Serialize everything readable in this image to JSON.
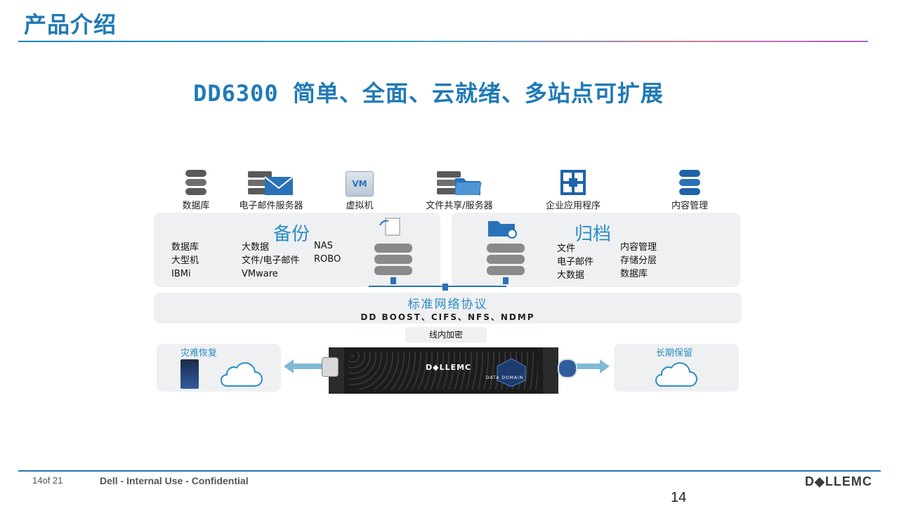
{
  "header": {
    "title": "产品介绍"
  },
  "headline": "DD6300 简单、全面、云就绪、多站点可扩展",
  "sources": [
    {
      "label": "数据库",
      "icon": "database-icon"
    },
    {
      "label": "电子邮件服务器",
      "icon": "email-server-icon"
    },
    {
      "label": "虚拟机",
      "icon": "vm-icon",
      "icon_text": "VM"
    },
    {
      "label": "文件共享/服务器",
      "icon": "file-server-icon"
    },
    {
      "label": "企业应用程序",
      "icon": "enterprise-app-icon"
    },
    {
      "label": "内容管理",
      "icon": "content-management-icon"
    }
  ],
  "backup": {
    "title": "备份",
    "col1": [
      "数据库",
      "大型机",
      "IBMi"
    ],
    "col2": [
      "大数据",
      "文件/电子邮件",
      "VMware"
    ],
    "col3": [
      "NAS",
      "ROBO"
    ]
  },
  "archive": {
    "title": "归档",
    "col1": [
      "文件",
      "电子邮件",
      "大数据"
    ],
    "col2": [
      "内容管理",
      "存储分层",
      "数据库"
    ]
  },
  "protocol": {
    "title": "标准网络协议",
    "list": "DD BOOST、CIFS、NFS、NDMP"
  },
  "encryption": "线内加密",
  "appliance": {
    "brand": "D◆LLEMC",
    "badge": "DATA DOMAIN"
  },
  "disaster_recovery": "灾难恢复",
  "long_term_retention": "长期保留",
  "footer": {
    "page_of": "14of 21",
    "confidential": "Dell - Internal Use - Confidential",
    "page_number": "14",
    "logo": "D◆LLEMC"
  },
  "colors": {
    "accent": "#1f7ab6",
    "panel": "#eef0f2",
    "arrow": "#7fb9d8"
  }
}
